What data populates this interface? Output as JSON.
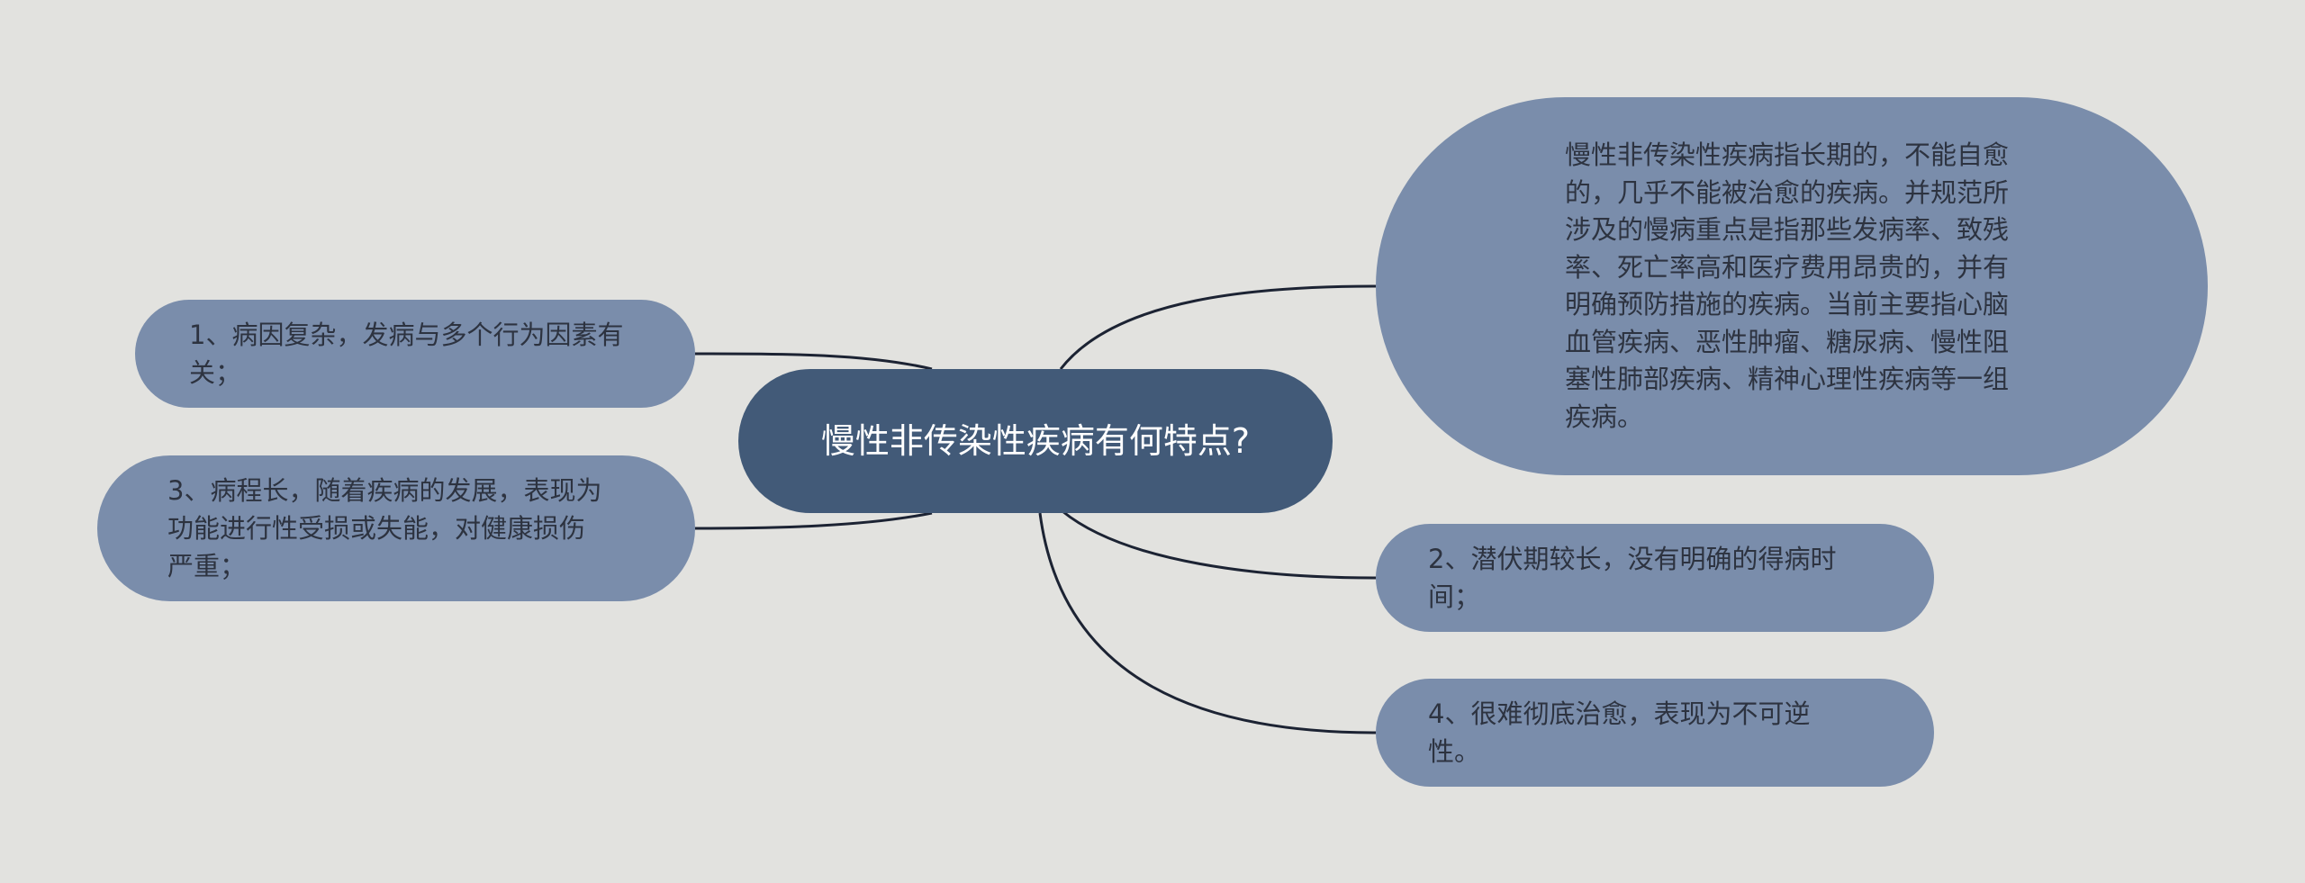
{
  "colors": {
    "background": "#e2e2df",
    "center_fill": "#425a78",
    "leaf_fill": "#7a8dab",
    "edge": "#1c2333"
  },
  "center": {
    "text": "慢性非传染性疾病有何特点?"
  },
  "branches": [
    {
      "id": "definition",
      "text": "慢性非传染性疾病指长期的，不能自愈的，几乎不能被治愈的疾病。并规范所涉及的慢病重点是指那些发病率、致残率、死亡率高和医疗费用昂贵的，并有明确预防措施的疾病。当前主要指心脑血管疾病、恶性肿瘤、糖尿病、慢性阻塞性肺部疾病、精神心理性疾病等一组疾病。"
    },
    {
      "id": "point-1",
      "text": "1、病因复杂，发病与多个行为因素有关；"
    },
    {
      "id": "point-2",
      "text": "2、潜伏期较长，没有明确的得病时间；"
    },
    {
      "id": "point-3",
      "text": "3、病程长，随着疾病的发展，表现为功能进行性受损或失能，对健康损伤严重；"
    },
    {
      "id": "point-4",
      "text": "4、很难彻底治愈，表现为不可逆性。"
    }
  ]
}
